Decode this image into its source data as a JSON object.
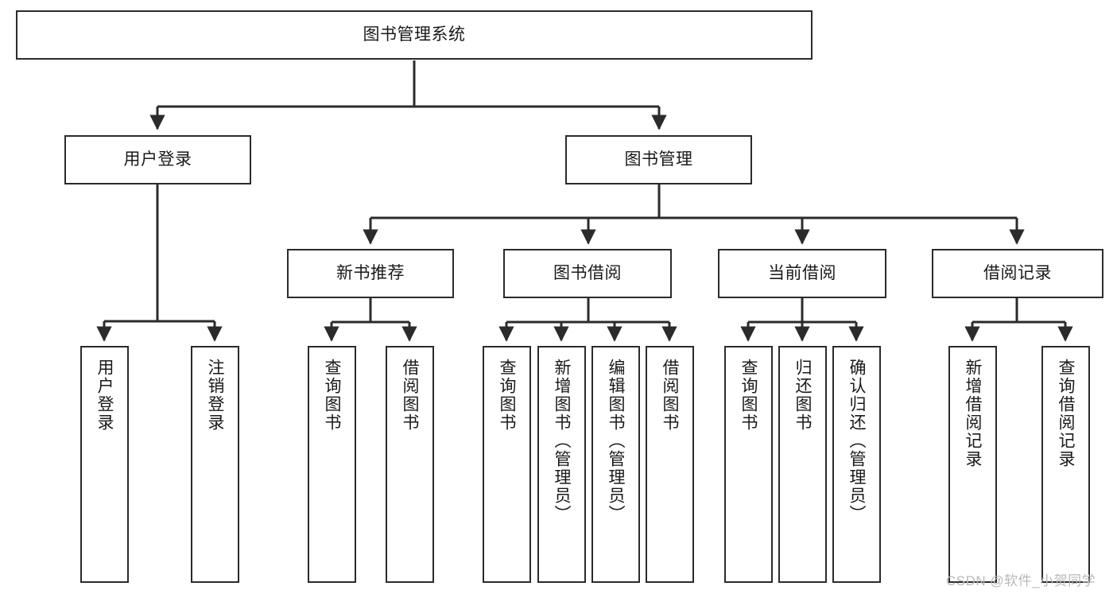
{
  "diagram": {
    "type": "tree",
    "title": "图书管理系统",
    "orientation": "top-down",
    "colors": {
      "node_border": "#2b2b2b",
      "node_fill": "#ffffff",
      "edge": "#2b2b2b",
      "text": "#1a1a1a",
      "watermark": "#b9b9b9",
      "background": "#ffffff"
    }
  },
  "nodes": {
    "root": {
      "label": "图书管理系统"
    },
    "level1": [
      {
        "id": "user-login",
        "label": "用户登录"
      },
      {
        "id": "book-management",
        "label": "图书管理"
      }
    ],
    "level2": [
      {
        "id": "new-book-recommend",
        "label": "新书推荐"
      },
      {
        "id": "book-borrow",
        "label": "图书借阅"
      },
      {
        "id": "current-borrow",
        "label": "当前借阅"
      },
      {
        "id": "borrow-record",
        "label": "借阅记录"
      }
    ],
    "leaves": {
      "user-login": [
        {
          "id": "leaf-user-login",
          "label": "用户登录"
        },
        {
          "id": "leaf-logout-login",
          "label": "注销登录"
        }
      ],
      "new-book-recommend": [
        {
          "id": "leaf-query-book-1",
          "label": "查询图书"
        },
        {
          "id": "leaf-borrow-book-1",
          "label": "借阅图书"
        }
      ],
      "book-borrow": [
        {
          "id": "leaf-query-book-2",
          "label": "查询图书"
        },
        {
          "id": "leaf-add-book",
          "label": "新增图书（管理员）"
        },
        {
          "id": "leaf-edit-book",
          "label": "编辑图书（管理员）"
        },
        {
          "id": "leaf-borrow-book-2",
          "label": "借阅图书"
        }
      ],
      "current-borrow": [
        {
          "id": "leaf-query-book-3",
          "label": "查询图书"
        },
        {
          "id": "leaf-return-book",
          "label": "归还图书"
        },
        {
          "id": "leaf-confirm-return",
          "label": "确认归还（管理员）"
        }
      ],
      "borrow-record": [
        {
          "id": "leaf-add-record",
          "label": "新增借阅记录"
        },
        {
          "id": "leaf-query-record",
          "label": "查询借阅记录"
        }
      ]
    }
  },
  "watermark": {
    "text": "CSDN @软件_小贺同学"
  }
}
